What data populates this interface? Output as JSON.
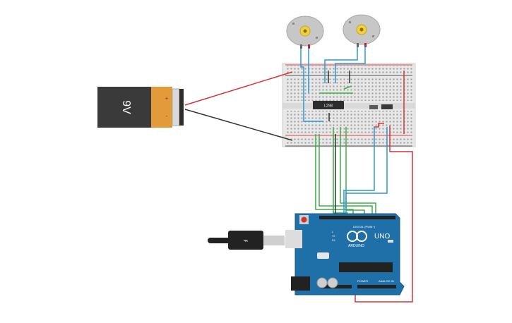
{
  "battery": {
    "label": "9V",
    "plus": "+",
    "minus": "-"
  },
  "driver_chip": {
    "label": "L298"
  },
  "arduino": {
    "model": "UNO",
    "brand": "ARDUINO",
    "digital_label": "DIGITAL (PWM~)",
    "power_label": "POWER",
    "analog_label": "ANALOG IN",
    "tx_label": "TX",
    "rx_label": "RX",
    "l_label": "L"
  },
  "colors": {
    "wire_red": "#d43535",
    "wire_black": "#333333",
    "wire_green": "#3fae49",
    "wire_blue": "#2f95d4",
    "board_blue": "#1f6fa8",
    "battery_body": "#3a3a3a",
    "battery_cap": "#e39a3b"
  },
  "icons": {
    "motor_left": "dc-motor-icon",
    "motor_right": "dc-motor-icon",
    "usb_cable": "usb-cable-icon"
  }
}
